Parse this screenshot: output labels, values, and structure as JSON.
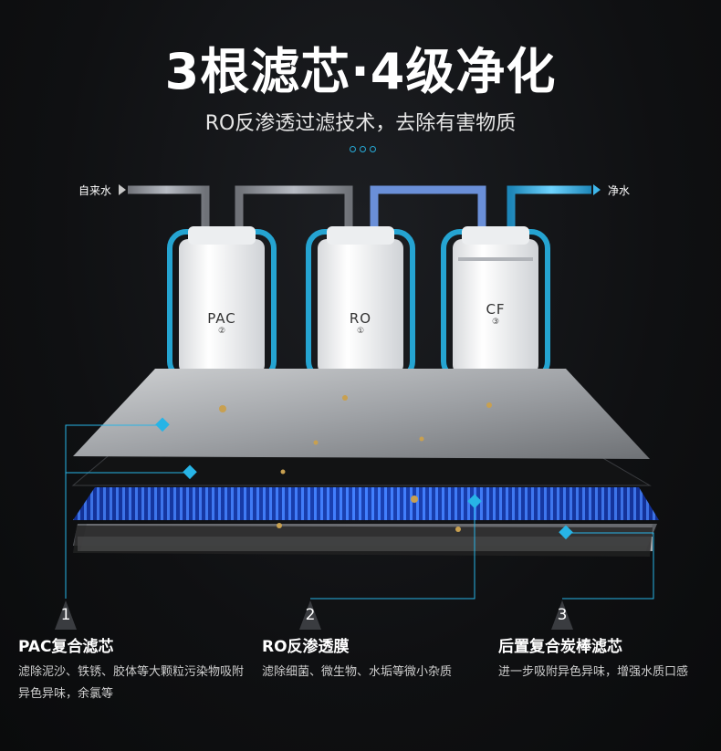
{
  "header": {
    "title": "3根滤芯·4级净化",
    "subtitle": "RO反渗透过滤技术，去除有害物质"
  },
  "flow": {
    "inlet_label": "自来水",
    "outlet_label": "净水"
  },
  "cartridges": [
    {
      "name": "PAC",
      "number": "②"
    },
    {
      "name": "RO",
      "number": "①"
    },
    {
      "name": "CF",
      "number": "③"
    }
  ],
  "layers": [
    {
      "number": "1",
      "title": "PAC复合滤芯",
      "description": "滤除泥沙、铁锈、胶体等大颗粒污染物吸附异色异味，余氯等"
    },
    {
      "number": "2",
      "title": "RO反渗透膜",
      "description": "滤除细菌、微生物、水垢等微小杂质"
    },
    {
      "number": "3",
      "title": "后置复合炭棒滤芯",
      "description": "进一步吸附异色异味，增强水质口感"
    }
  ],
  "colors": {
    "accent": "#27b4e6",
    "background": "#0d0e10",
    "blue_layer": "#1a4fe0"
  }
}
